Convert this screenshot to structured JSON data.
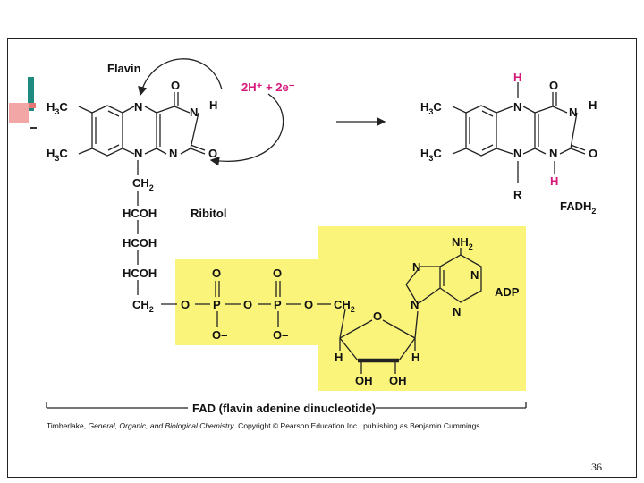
{
  "labels": {
    "flavin": "Flavin",
    "electrons": "2H⁺ + 2e⁻",
    "ribitol": "Ribitol",
    "adp": "ADP",
    "fadh2": "FADH",
    "fadh2_sub": "2",
    "fad_caption": "FAD (flavin adenine dinucleotide)"
  },
  "atoms": {
    "h": "H",
    "n": "N",
    "o": "O",
    "p": "P",
    "r": "R",
    "c": "C",
    "h3c": "H",
    "sub3": "3",
    "ch2": "CH",
    "sub2": "2",
    "hcoh": "HCOH",
    "nh2": "NH",
    "oh": "OH",
    "ominus": "O–"
  },
  "credit": {
    "prefix": "Timberlake, ",
    "book": "General, Organic, and Biological Chemistry",
    "suffix": ".  Copyright © Pearson Education Inc., publishing as Benjamin Cummings"
  },
  "page_number": "36",
  "colors": {
    "highlight": "#faf57a",
    "magenta": "#d6177a",
    "accent_teal": "#1f8a80",
    "accent_pink": "#f2a7a6"
  }
}
